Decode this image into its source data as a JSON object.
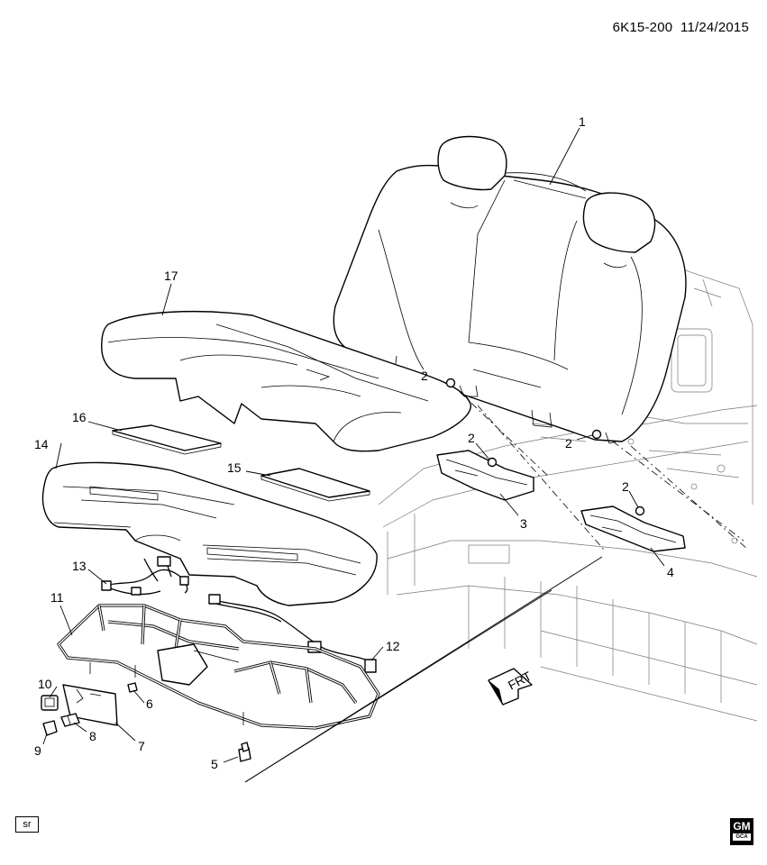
{
  "header": {
    "diagram_code": "6K15-200",
    "date": "11/24/2015"
  },
  "callouts": [
    {
      "id": "c1",
      "label": "1"
    },
    {
      "id": "c2a",
      "label": "2"
    },
    {
      "id": "c2b",
      "label": "2"
    },
    {
      "id": "c2c",
      "label": "2"
    },
    {
      "id": "c2d",
      "label": "2"
    },
    {
      "id": "c3",
      "label": "3"
    },
    {
      "id": "c4",
      "label": "4"
    },
    {
      "id": "c5",
      "label": "5"
    },
    {
      "id": "c6",
      "label": "6"
    },
    {
      "id": "c7",
      "label": "7"
    },
    {
      "id": "c8",
      "label": "8"
    },
    {
      "id": "c9",
      "label": "9"
    },
    {
      "id": "c10",
      "label": "10"
    },
    {
      "id": "c11",
      "label": "11"
    },
    {
      "id": "c12",
      "label": "12"
    },
    {
      "id": "c13",
      "label": "13"
    },
    {
      "id": "c14",
      "label": "14"
    },
    {
      "id": "c15",
      "label": "15"
    },
    {
      "id": "c16",
      "label": "16"
    },
    {
      "id": "c17",
      "label": "17"
    }
  ],
  "direction_arrow": {
    "label": "FRT"
  },
  "footer": {
    "left_tag": "sr",
    "logo_text": "GM",
    "logo_subtext": "GCA"
  }
}
